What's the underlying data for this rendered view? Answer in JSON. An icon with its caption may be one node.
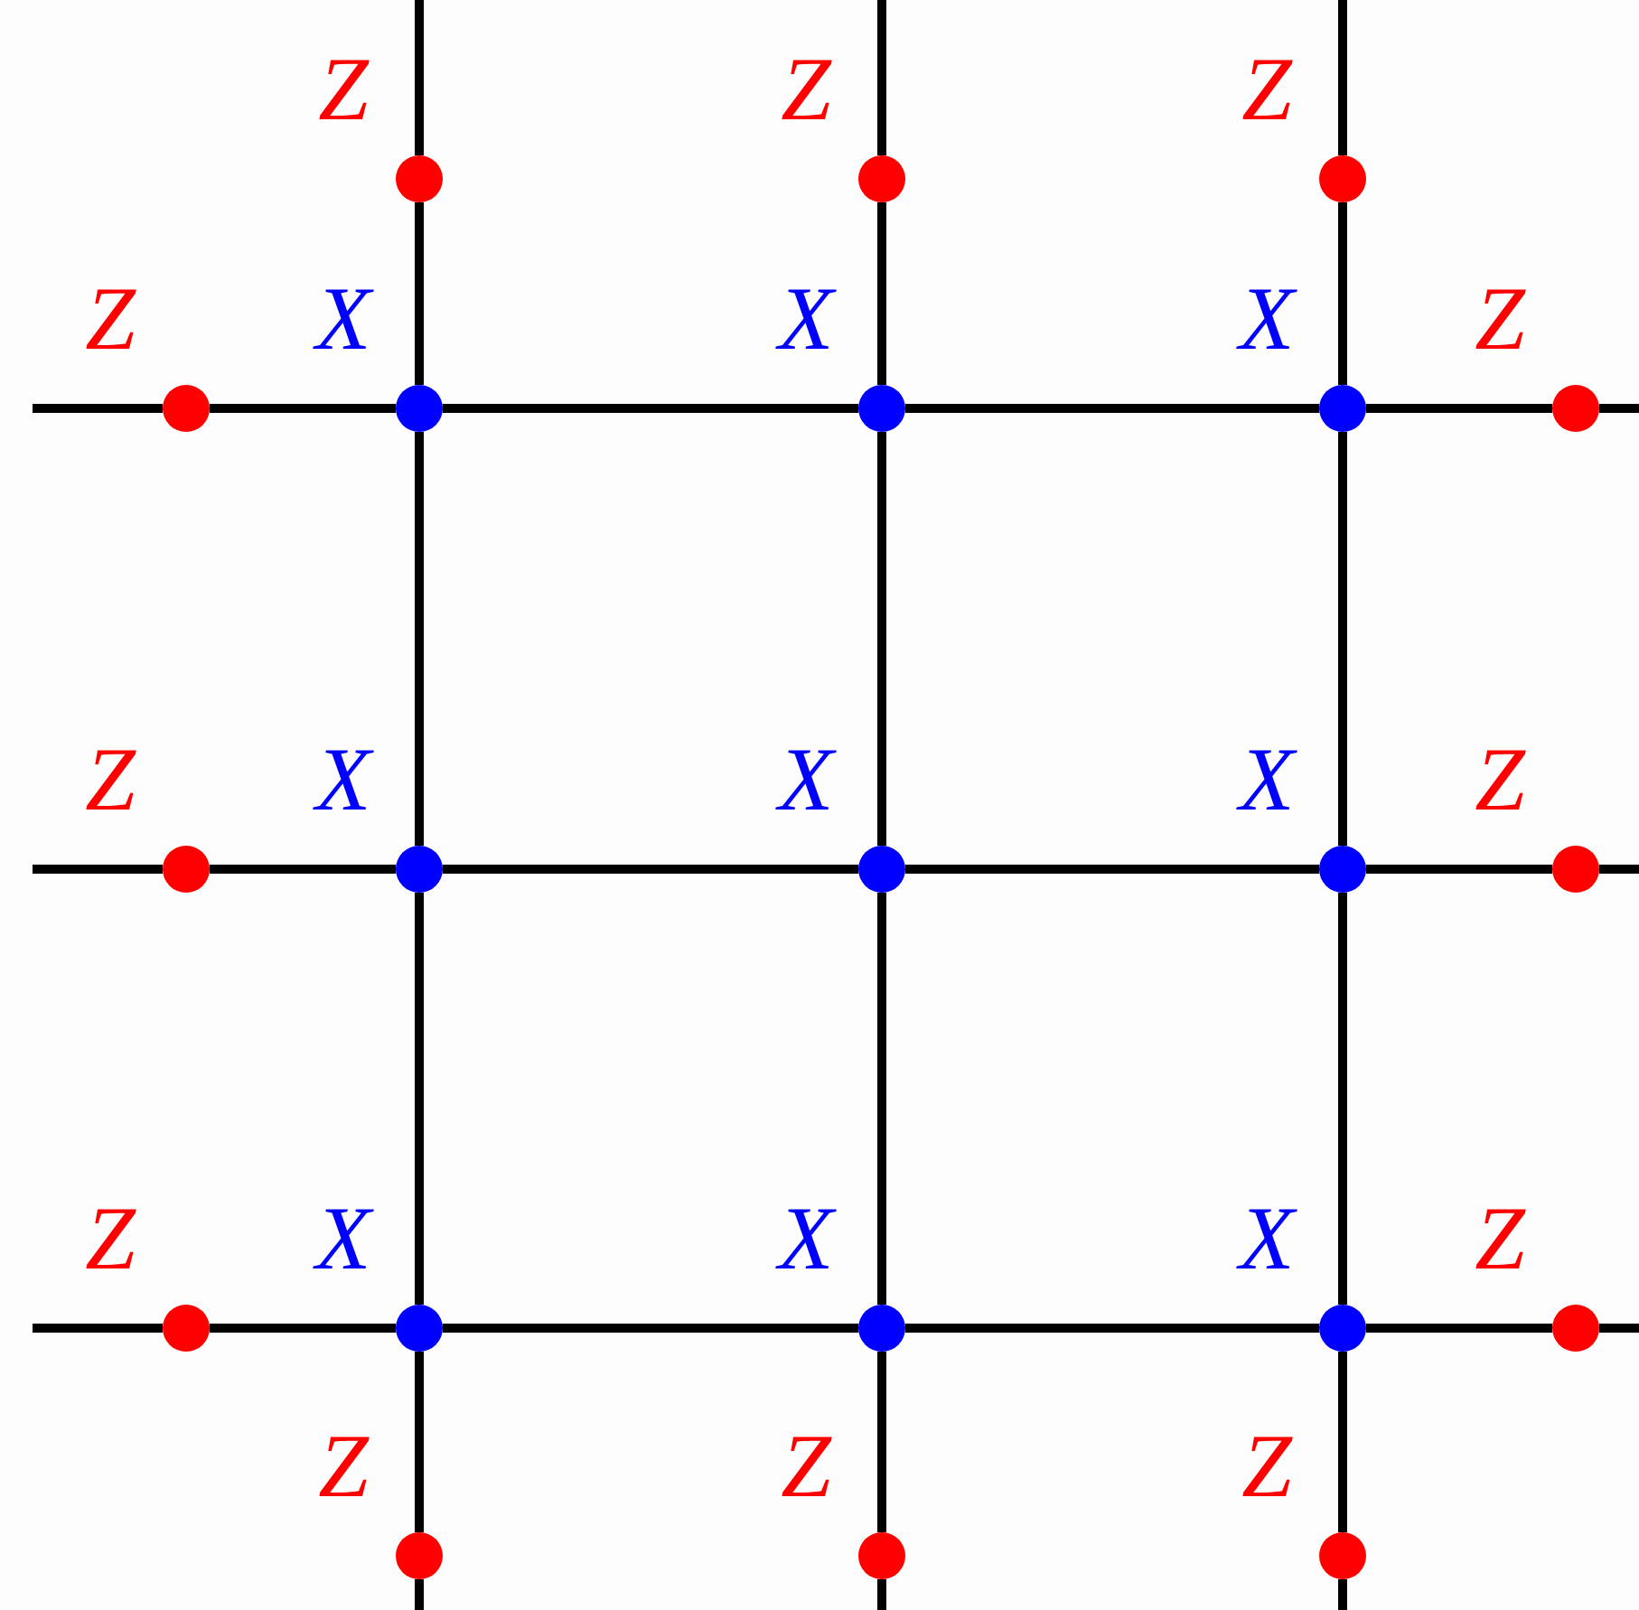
{
  "diagram": {
    "nodes": [
      {
        "text": [],
        "shape": "circle",
        "beside": [
          "Z"
        ]
      },
      {
        "text": [],
        "shape": "circle",
        "beside": [
          "Z"
        ]
      },
      {
        "text": [],
        "shape": "circle",
        "beside": [
          "Z"
        ]
      },
      {
        "text": [],
        "shape": "circle",
        "beside": [
          "Z"
        ]
      },
      {
        "text": [],
        "shape": "circle",
        "beside": [
          "X"
        ]
      },
      {
        "text": [],
        "shape": "circle",
        "beside": [
          "X"
        ]
      },
      {
        "text": [],
        "shape": "circle",
        "beside": [
          "X"
        ]
      },
      {
        "text": [],
        "shape": "circle",
        "beside": [
          "Z"
        ]
      },
      {
        "text": [],
        "shape": "circle",
        "beside": [
          "Z"
        ]
      },
      {
        "text": [],
        "shape": "circle",
        "beside": [
          "X"
        ]
      },
      {
        "text": [],
        "shape": "circle",
        "beside": [
          "X"
        ]
      },
      {
        "text": [],
        "shape": "circle",
        "beside": [
          "X"
        ]
      },
      {
        "text": [],
        "shape": "circle",
        "beside": [
          "Z"
        ]
      },
      {
        "text": [],
        "shape": "circle",
        "beside": [
          "Z"
        ]
      },
      {
        "text": [],
        "shape": "circle",
        "beside": [
          "X"
        ]
      },
      {
        "text": [],
        "shape": "circle",
        "beside": [
          "X"
        ]
      },
      {
        "text": [],
        "shape": "circle",
        "beside": [
          "X"
        ]
      },
      {
        "text": [],
        "shape": "circle",
        "beside": [
          "Z"
        ]
      },
      {
        "text": [],
        "shape": "circle",
        "beside": [
          "Z"
        ]
      },
      {
        "text": [],
        "shape": "circle",
        "beside": [
          "Z"
        ]
      },
      {
        "text": [],
        "shape": "circle",
        "beside": [
          "Z"
        ]
      }
    ],
    "edges": [
      {
        "from": 3,
        "to": 4,
        "arrow": "none"
      },
      {
        "from": 4,
        "to": 5,
        "arrow": "none"
      },
      {
        "from": 5,
        "to": 6,
        "arrow": "none"
      },
      {
        "from": 6,
        "to": 7,
        "arrow": "none"
      },
      {
        "from": 8,
        "to": 9,
        "arrow": "none"
      },
      {
        "from": 9,
        "to": 10,
        "arrow": "none"
      },
      {
        "from": 10,
        "to": 11,
        "arrow": "none"
      },
      {
        "from": 11,
        "to": 12,
        "arrow": "none"
      },
      {
        "from": 13,
        "to": 14,
        "arrow": "none"
      },
      {
        "from": 14,
        "to": 15,
        "arrow": "none"
      },
      {
        "from": 15,
        "to": 16,
        "arrow": "none"
      },
      {
        "from": 16,
        "to": 17,
        "arrow": "none"
      },
      {
        "from": 0,
        "to": 4,
        "arrow": "none"
      },
      {
        "from": 4,
        "to": 9,
        "arrow": "none"
      },
      {
        "from": 9,
        "to": 14,
        "arrow": "none"
      },
      {
        "from": 14,
        "to": 18,
        "arrow": "none"
      },
      {
        "from": 1,
        "to": 5,
        "arrow": "none"
      },
      {
        "from": 5,
        "to": 10,
        "arrow": "none"
      },
      {
        "from": 10,
        "to": 15,
        "arrow": "none"
      },
      {
        "from": 15,
        "to": 19,
        "arrow": "none"
      },
      {
        "from": 2,
        "to": 6,
        "arrow": "none"
      },
      {
        "from": 6,
        "to": 11,
        "arrow": "none"
      },
      {
        "from": 11,
        "to": 16,
        "arrow": "none"
      },
      {
        "from": 16,
        "to": 20,
        "arrow": "none"
      },
      {
        "from": null,
        "to": 0,
        "arrow": "none"
      },
      {
        "from": null,
        "to": 1,
        "arrow": "none"
      },
      {
        "from": null,
        "to": 2,
        "arrow": "none"
      },
      {
        "from": null,
        "to": 3,
        "arrow": "none"
      },
      {
        "from": null,
        "to": 7,
        "arrow": "none"
      },
      {
        "from": null,
        "to": 8,
        "arrow": "none"
      },
      {
        "from": null,
        "to": 12,
        "arrow": "none"
      },
      {
        "from": null,
        "to": 13,
        "arrow": "none"
      },
      {
        "from": null,
        "to": 17,
        "arrow": "none"
      },
      {
        "from": null,
        "to": 18,
        "arrow": "none"
      },
      {
        "from": null,
        "to": 19,
        "arrow": "none"
      },
      {
        "from": null,
        "to": 20,
        "arrow": "none"
      }
    ]
  }
}
